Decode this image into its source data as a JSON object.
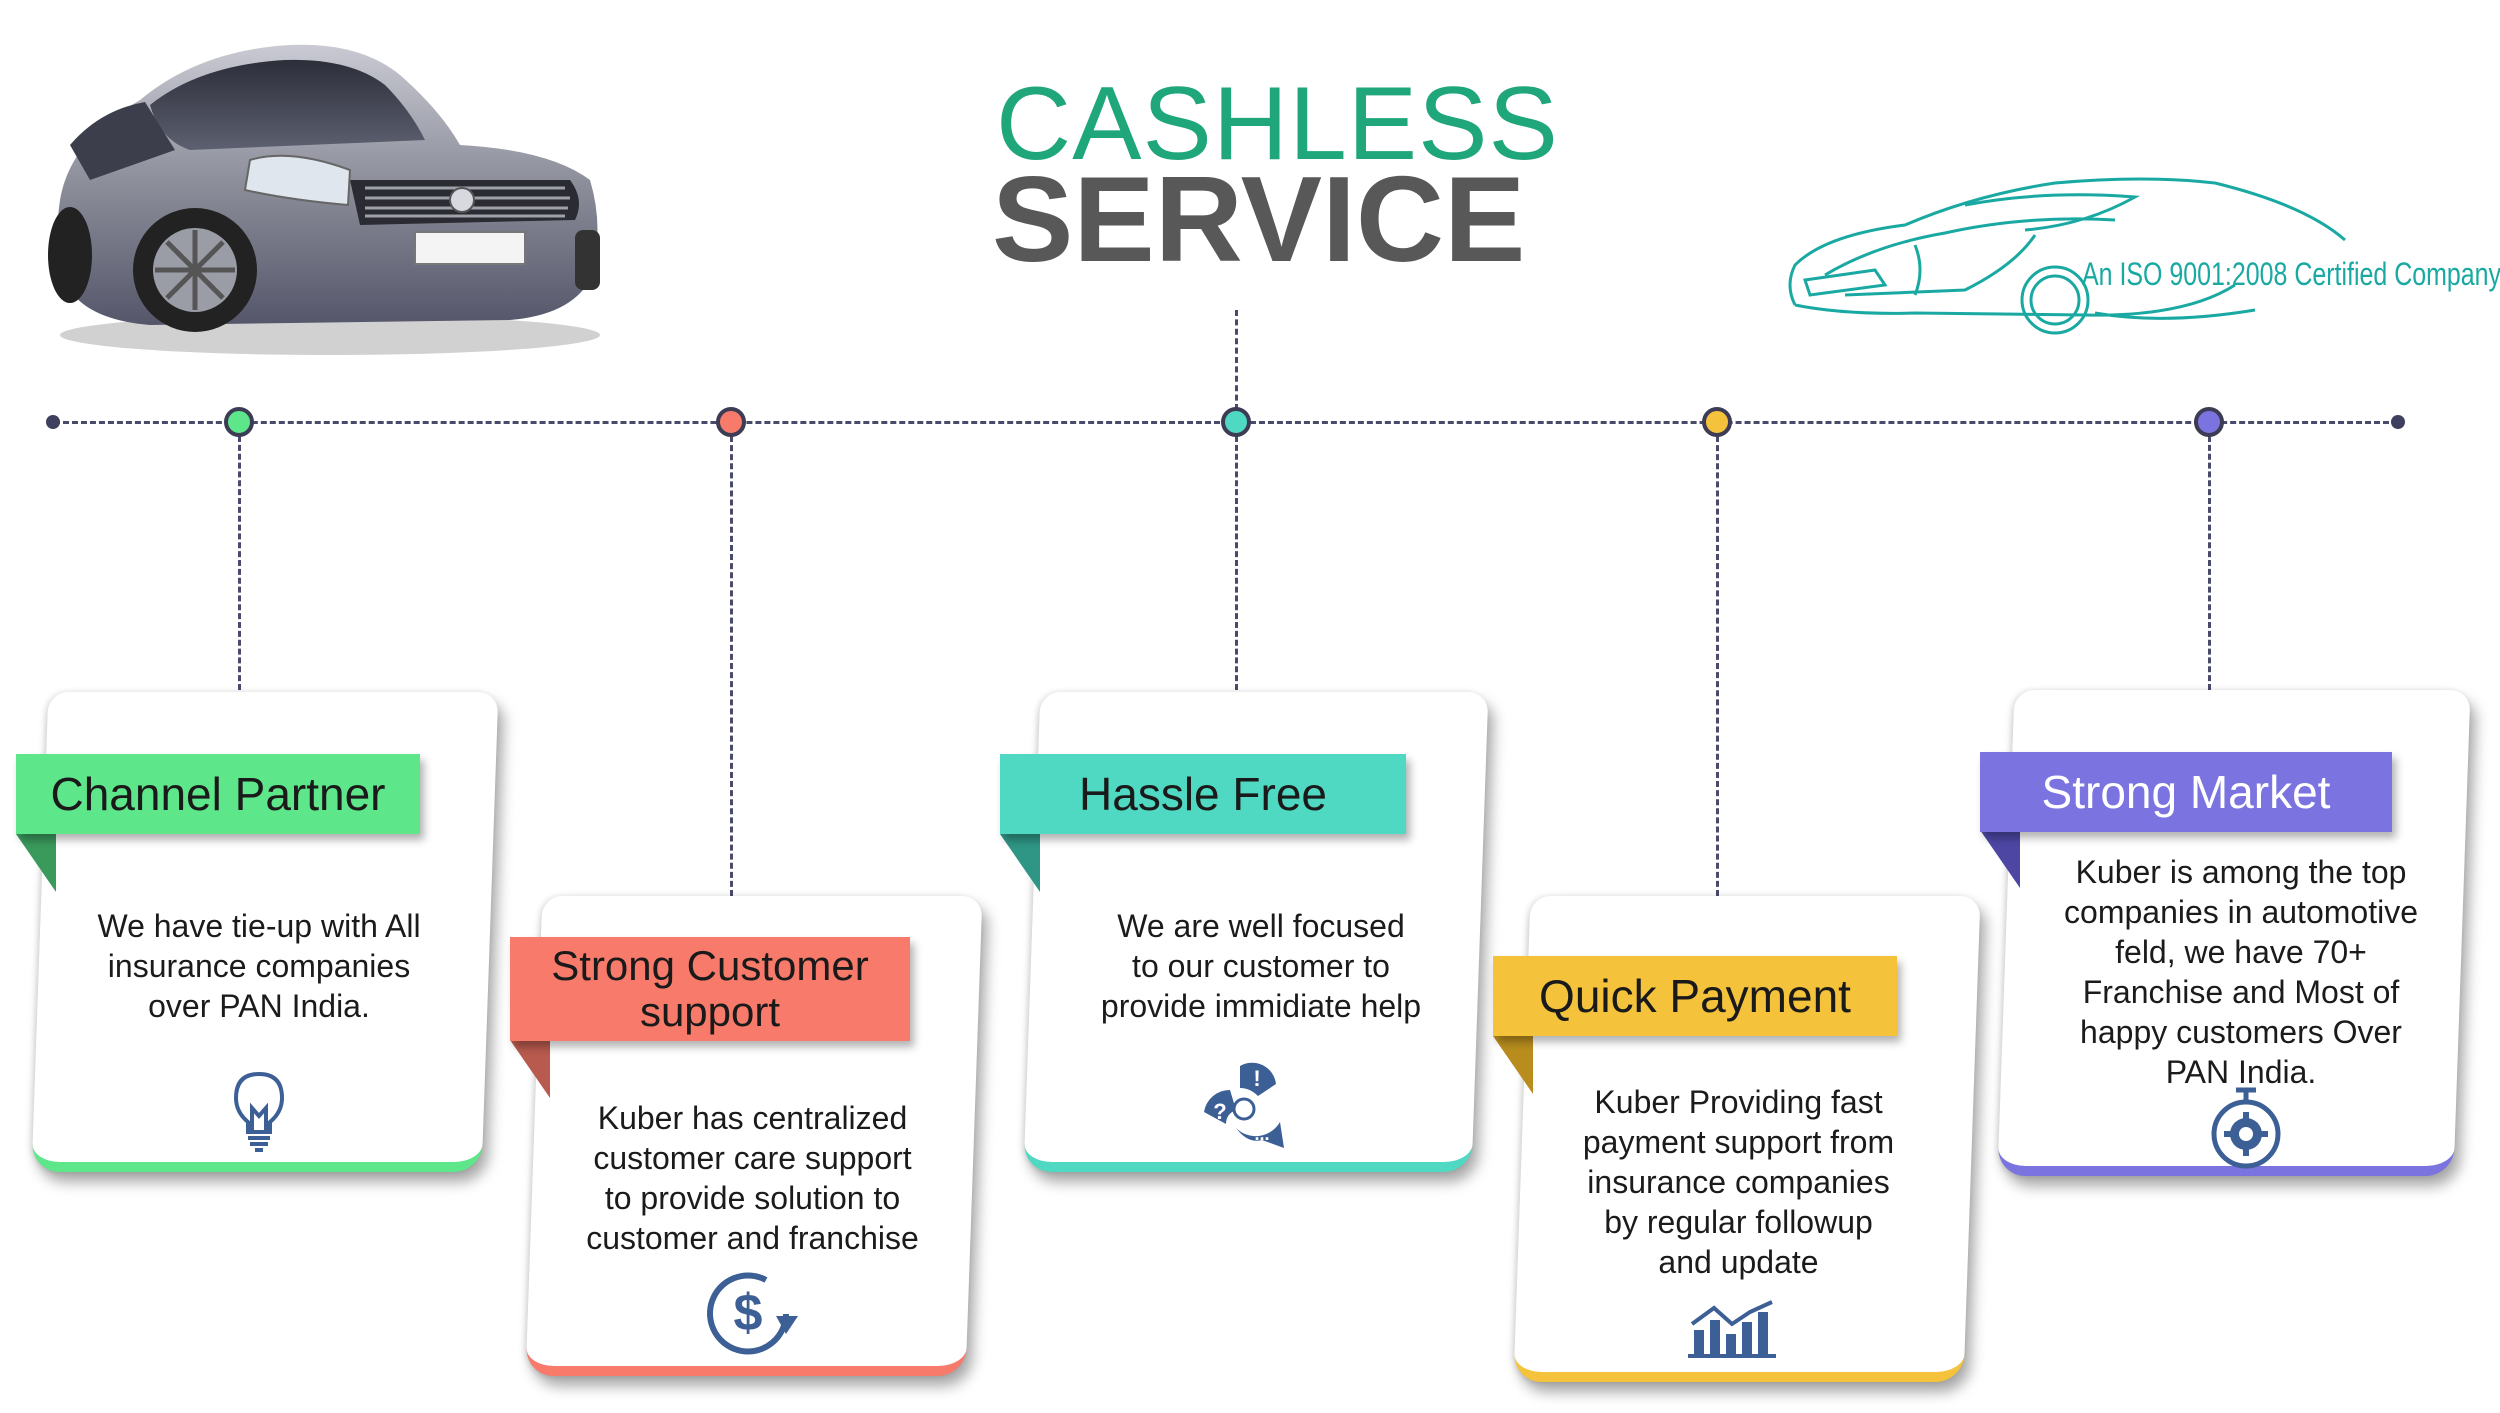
{
  "title": {
    "line1": "CASHLESS",
    "line2": "SERVICE"
  },
  "badge": {
    "text": "An ISO 9001:2008 Certified Company"
  },
  "colors": {
    "title_green": "#1fa67a",
    "title_grey": "#585858",
    "green": "#5ee68a",
    "red": "#f77a6a",
    "teal": "#4fd9c2",
    "yellow": "#f5c33b",
    "purple": "#7b74e0",
    "icon_blue": "#3c5f96"
  },
  "cards": [
    {
      "heading": "Channel Partner",
      "text": [
        "We have tie-up with All",
        "insurance companies",
        "over PAN India."
      ],
      "icon": "lightbulb-icon",
      "color": "#5ee68a"
    },
    {
      "heading": [
        "Strong Customer",
        "support"
      ],
      "text": [
        "Kuber has centralized",
        "customer care support",
        "to provide solution to",
        "customer and franchise"
      ],
      "icon": "dollar-refresh-icon",
      "color": "#f77a6a"
    },
    {
      "heading": "Hassle Free",
      "text": [
        "We are well focused",
        "to our customer to",
        "provide immidiate help"
      ],
      "icon": "help-chat-icon",
      "color": "#4fd9c2"
    },
    {
      "heading": "Quick Payment",
      "text": [
        "Kuber Providing fast",
        "payment support from",
        "insurance companies",
        "by regular followup",
        "and update"
      ],
      "icon": "bar-chart-growth-icon",
      "color": "#f5c33b"
    },
    {
      "heading": "Strong Market",
      "text": [
        "Kuber is among the top",
        "companies in automotive",
        "feld, we have 70+",
        "Franchise and Most of",
        "happy customers Over",
        "PAN India."
      ],
      "icon": "stopwatch-gear-icon",
      "color": "#7b74e0"
    }
  ]
}
